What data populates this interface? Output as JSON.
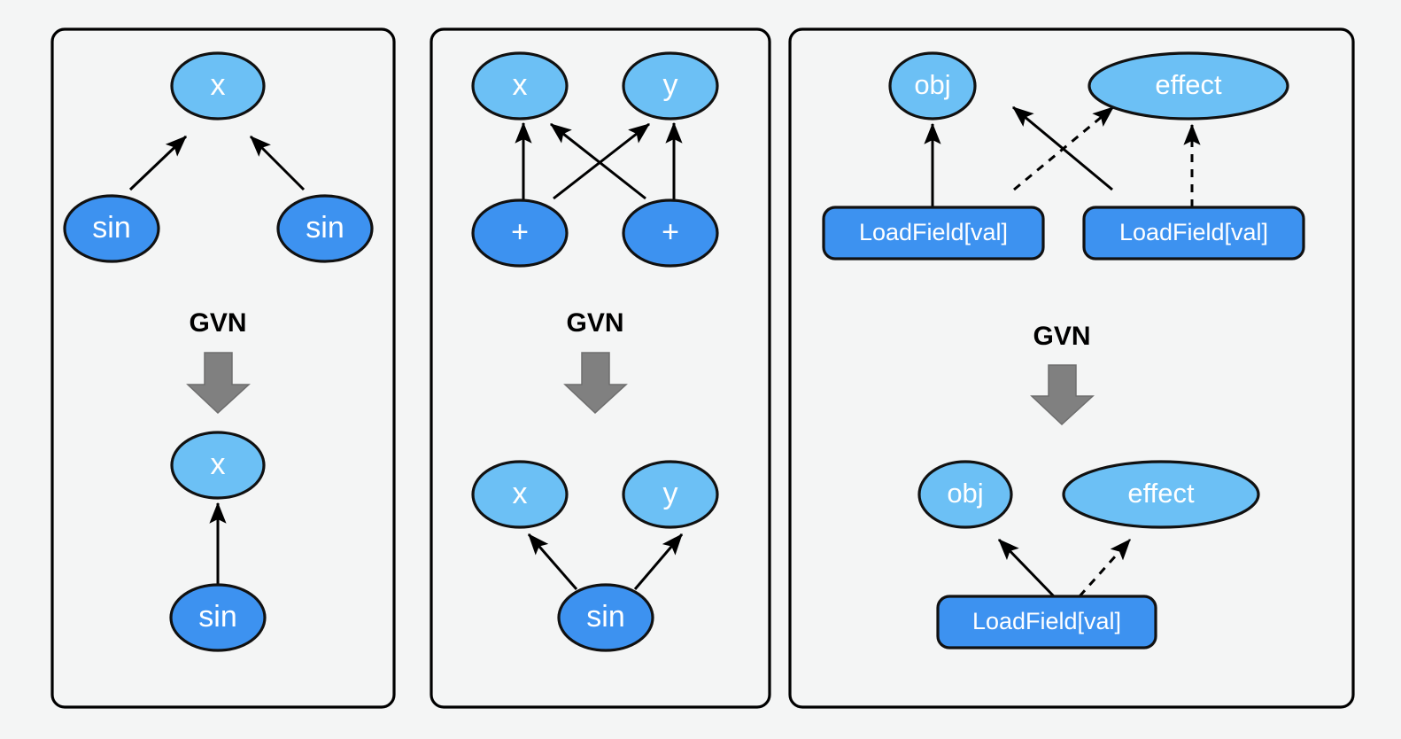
{
  "diagram": {
    "title": "GVN transformation panels",
    "background_color": "#f4f5f5",
    "colors": {
      "node_light": "#6cc0f5",
      "node_dark": "#3d92f0",
      "outline": "#111111",
      "arrow": "#000000",
      "gvn_arrow": "#808080",
      "panel_border": "#000000",
      "label_text": "#ffffff"
    },
    "transform_label": "GVN",
    "panels": [
      {
        "id": "panel-1",
        "before": {
          "nodes": [
            {
              "id": "x",
              "label": "x",
              "shape": "ellipse",
              "tone": "light"
            },
            {
              "id": "sin-left",
              "label": "sin",
              "shape": "ellipse",
              "tone": "dark"
            },
            {
              "id": "sin-right",
              "label": "sin",
              "shape": "ellipse",
              "tone": "dark"
            }
          ],
          "edges": [
            {
              "from": "sin-left",
              "to": "x",
              "style": "solid"
            },
            {
              "from": "sin-right",
              "to": "x",
              "style": "solid"
            }
          ]
        },
        "after": {
          "nodes": [
            {
              "id": "x",
              "label": "x",
              "shape": "ellipse",
              "tone": "light"
            },
            {
              "id": "sin",
              "label": "sin",
              "shape": "ellipse",
              "tone": "dark"
            }
          ],
          "edges": [
            {
              "from": "sin",
              "to": "x",
              "style": "solid"
            }
          ]
        }
      },
      {
        "id": "panel-2",
        "before": {
          "nodes": [
            {
              "id": "x",
              "label": "x",
              "shape": "ellipse",
              "tone": "light"
            },
            {
              "id": "y",
              "label": "y",
              "shape": "ellipse",
              "tone": "light"
            },
            {
              "id": "plus-left",
              "label": "+",
              "shape": "ellipse",
              "tone": "dark"
            },
            {
              "id": "plus-right",
              "label": "+",
              "shape": "ellipse",
              "tone": "dark"
            }
          ],
          "edges": [
            {
              "from": "plus-left",
              "to": "x",
              "style": "solid"
            },
            {
              "from": "plus-left",
              "to": "y",
              "style": "solid"
            },
            {
              "from": "plus-right",
              "to": "x",
              "style": "solid"
            },
            {
              "from": "plus-right",
              "to": "y",
              "style": "solid"
            }
          ]
        },
        "after": {
          "nodes": [
            {
              "id": "x",
              "label": "x",
              "shape": "ellipse",
              "tone": "light"
            },
            {
              "id": "y",
              "label": "y",
              "shape": "ellipse",
              "tone": "light"
            },
            {
              "id": "sin",
              "label": "sin",
              "shape": "ellipse",
              "tone": "dark"
            }
          ],
          "edges": [
            {
              "from": "sin",
              "to": "x",
              "style": "solid"
            },
            {
              "from": "sin",
              "to": "y",
              "style": "solid"
            }
          ]
        }
      },
      {
        "id": "panel-3",
        "before": {
          "nodes": [
            {
              "id": "obj",
              "label": "obj",
              "shape": "ellipse",
              "tone": "light"
            },
            {
              "id": "effect",
              "label": "effect",
              "shape": "ellipse",
              "tone": "light"
            },
            {
              "id": "load-left",
              "label": "LoadField[val]",
              "shape": "rounded-rect",
              "tone": "dark"
            },
            {
              "id": "load-right",
              "label": "LoadField[val]",
              "shape": "rounded-rect",
              "tone": "dark"
            }
          ],
          "edges": [
            {
              "from": "load-left",
              "to": "obj",
              "style": "solid"
            },
            {
              "from": "load-right",
              "to": "obj",
              "style": "solid"
            },
            {
              "from": "load-left",
              "to": "effect",
              "style": "dashed"
            },
            {
              "from": "load-right",
              "to": "effect",
              "style": "dashed"
            }
          ]
        },
        "after": {
          "nodes": [
            {
              "id": "obj",
              "label": "obj",
              "shape": "ellipse",
              "tone": "light"
            },
            {
              "id": "effect",
              "label": "effect",
              "shape": "ellipse",
              "tone": "light"
            },
            {
              "id": "load",
              "label": "LoadField[val]",
              "shape": "rounded-rect",
              "tone": "dark"
            }
          ],
          "edges": [
            {
              "from": "load",
              "to": "obj",
              "style": "solid"
            },
            {
              "from": "load",
              "to": "effect",
              "style": "dashed"
            }
          ]
        }
      }
    ]
  }
}
